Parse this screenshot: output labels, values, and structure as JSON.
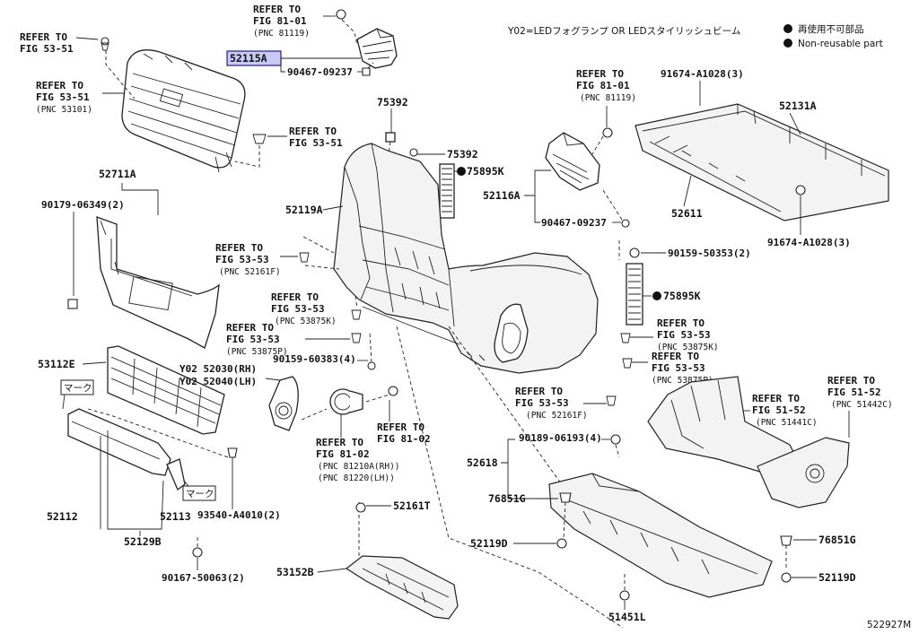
{
  "header": {
    "note_japanese": "Y02=LEDフォグランプ OR LEDスタイリッシュビーム",
    "legend_japanese": "再使用不可部品",
    "legend_english": "Non-reusable part"
  },
  "illustration_id": "522927M",
  "selected_part": "52115A",
  "labels": {
    "ref_53_51_top_a": "REFER TO",
    "ref_53_51_top_b": "FIG 53-51",
    "ref_53_51_grille_a": "REFER TO",
    "ref_53_51_grille_b": "FIG 53-51",
    "ref_53_51_grille_c": "(PNC 53101)",
    "ref_81_01_top_a": "REFER TO",
    "ref_81_01_top_b": "FIG 81-01",
    "ref_81_01_top_c": "(PNC 81119)",
    "p_52115A": "52115A",
    "p_90467_top": "90467-09237",
    "ref_53_51_clip_a": "REFER TO",
    "ref_53_51_clip_b": "FIG 53-51",
    "p_75392_a": "75392",
    "p_75392_b": "75392",
    "p_75895K_a": "75895K",
    "p_75895K_b": "75895K",
    "ref_81_01_right_a": "REFER TO",
    "ref_81_01_right_b": "FIG 81-01",
    "ref_81_01_right_c": "(PNC 81119)",
    "p_91674_top": "91674-A1028(3)",
    "p_52131A": "52131A",
    "p_52711A": "52711A",
    "p_90179": "90179-06349(2)",
    "p_52119A": "52119A",
    "p_52116A": "52116A",
    "p_90467_mid": "90467-09237",
    "p_52611": "52611",
    "p_91674_bot": "91674-A1028(3)",
    "ref_53_53_a1": "REFER TO",
    "ref_53_53_a2": "FIG 53-53",
    "ref_53_53_a3": "(PNC 52161F)",
    "p_90159_50353": "90159-50353(2)",
    "ref_53_53_b1": "REFER TO",
    "ref_53_53_b2": "FIG 53-53",
    "ref_53_53_b3": "(PNC 53875K)",
    "ref_53_53_c1": "REFER TO",
    "ref_53_53_c2": "FIG 53-53",
    "ref_53_53_c3": "(PNC 53875P)",
    "ref_53_53_d1": "REFER TO",
    "ref_53_53_d2": "FIG 53-53",
    "ref_53_53_d3": "(PNC 53875K)",
    "ref_53_53_e1": "REFER TO",
    "ref_53_53_e2": "FIG 53-53",
    "ref_53_53_e3": "(PNC 53875P)",
    "p_53112E": "53112E",
    "p_90159_60383": "90159-60383(4)",
    "p_y02_rh": "Y02 52030(RH)",
    "p_y02_lh": "Y02 52040(LH)",
    "mark_1": "マーク",
    "mark_2": "マーク",
    "ref_81_02_a1": "REFER TO",
    "ref_81_02_a2": "FIG 81-02",
    "ref_81_02_b1": "REFER TO",
    "ref_81_02_b2": "FIG 81-02",
    "ref_81_02_b3": "(PNC 81210A(RH))",
    "ref_81_02_b4": "(PNC 81220(LH))",
    "ref_53_53_f1": "REFER TO",
    "ref_53_53_f2": "FIG 53-53",
    "ref_53_53_f3": "(PNC 52161F)",
    "ref_51_52_a1": "REFER TO",
    "ref_51_52_a2": "FIG 51-52",
    "ref_51_52_a3": "(PNC 51441C)",
    "ref_51_52_b1": "REFER TO",
    "ref_51_52_b2": "FIG 51-52",
    "ref_51_52_b3": "(PNC 51442C)",
    "p_90189": "90189-06193(4)",
    "p_52618": "52618",
    "p_52112": "52112",
    "p_52113": "52113",
    "p_93540": "93540-A4010(2)",
    "p_52161T": "52161T",
    "p_76851G_a": "76851G",
    "p_76851G_b": "76851G",
    "p_52129B": "52129B",
    "p_52119D_a": "52119D",
    "p_52119D_b": "52119D",
    "p_90167": "90167-50063(2)",
    "p_53152B": "53152B",
    "p_51451L": "51451L"
  }
}
